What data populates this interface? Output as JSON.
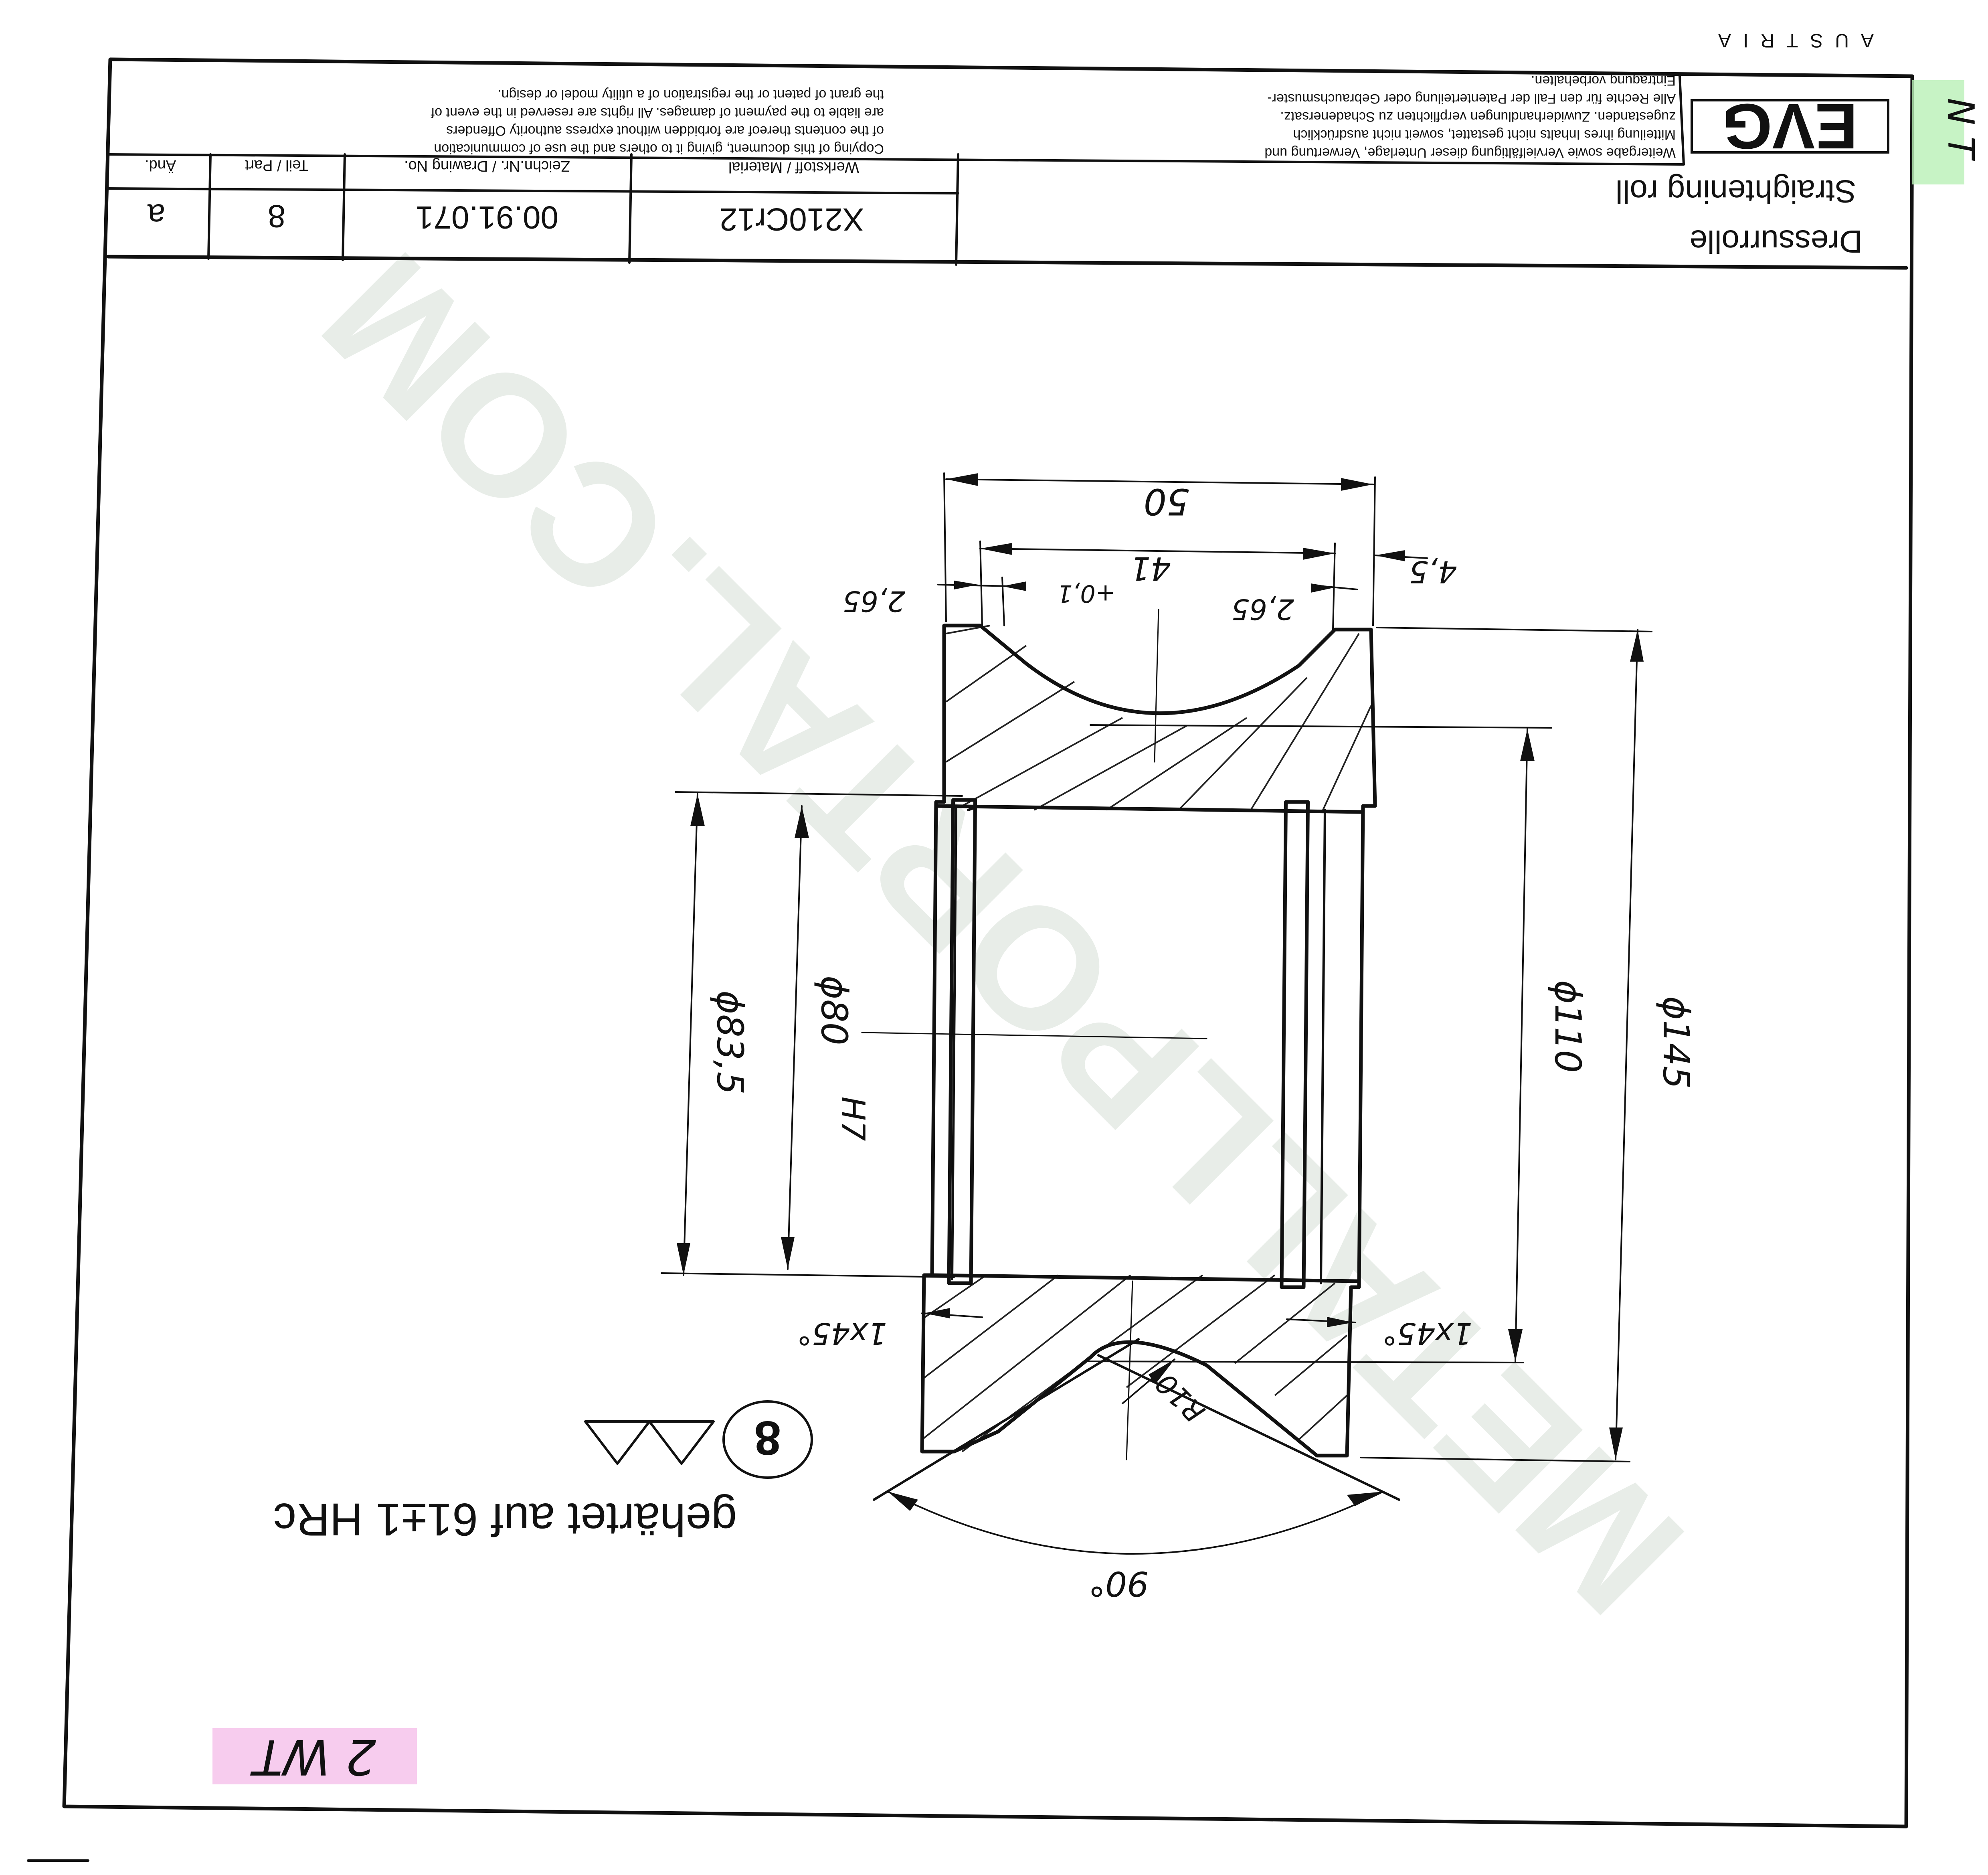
{
  "title_block": {
    "title_de": "Dressurrolle",
    "title_en": "Straightening roll",
    "material_label": "Werkstoff / Material",
    "material": "X210Cr12",
    "drawing_no_label": "Zeichn.Nr. / Drawing No.",
    "drawing_no": "00.91.071",
    "part_label": "Teil / Part",
    "part": "8",
    "revision_label": "Änd.",
    "revision": "a",
    "logo_text": "EVG",
    "logo_sub": "AUSTRIA",
    "copyright_de": [
      "Weitergabe sowie Vervielfältigung dieser Unterlage, Verwertung und",
      "Mitteilung ihres Inhalts nicht gestattet, soweit nicht ausdrücklich",
      "zugestanden. Zuwiderhandlungen verpflichten zu Schadenersatz.",
      "Alle Rechte für den Fall der Patenterteilung oder Gebrauchsmuster-",
      "Eintragung vorbehalten."
    ],
    "copyright_en": [
      "Copying of this document, giving it to others and the use of communication",
      "of the contents thereof are forbidden without express authority Offenders",
      "are liable to the payment of damages. All rights are reserved in the event of",
      "the grant of patent or the registration of a utility model or design."
    ]
  },
  "dimensions": {
    "width_total": "50",
    "groove_width": "41",
    "groove_width_tol": "+0,1",
    "offset_right": "4,5",
    "chamfer_left": "2,65",
    "chamfer_right": "2,65",
    "dia_outer": "ϕ145",
    "dia_groove": "ϕ110",
    "dia_recess": "ϕ83,5",
    "dia_bore": "ϕ80",
    "bore_fit": "H7",
    "edge_chamfer_left": "1x45°",
    "edge_chamfer_right": "1x45°",
    "groove_radius": "R10",
    "groove_angle": "90°"
  },
  "notes": {
    "item_number": "8",
    "hardening": "gehärtet auf 61±1 HRc",
    "surface_symbol": "▽▽",
    "handwritten_corner": "N T",
    "handwritten_stamp": "2 WT",
    "watermark": "METALLPORTAL.COM"
  },
  "colors": {
    "ink": "#111111",
    "watermark": "#e8ede8",
    "stamp_pink": "#f6c6ec",
    "stamp_green": "#b9f0b6"
  }
}
